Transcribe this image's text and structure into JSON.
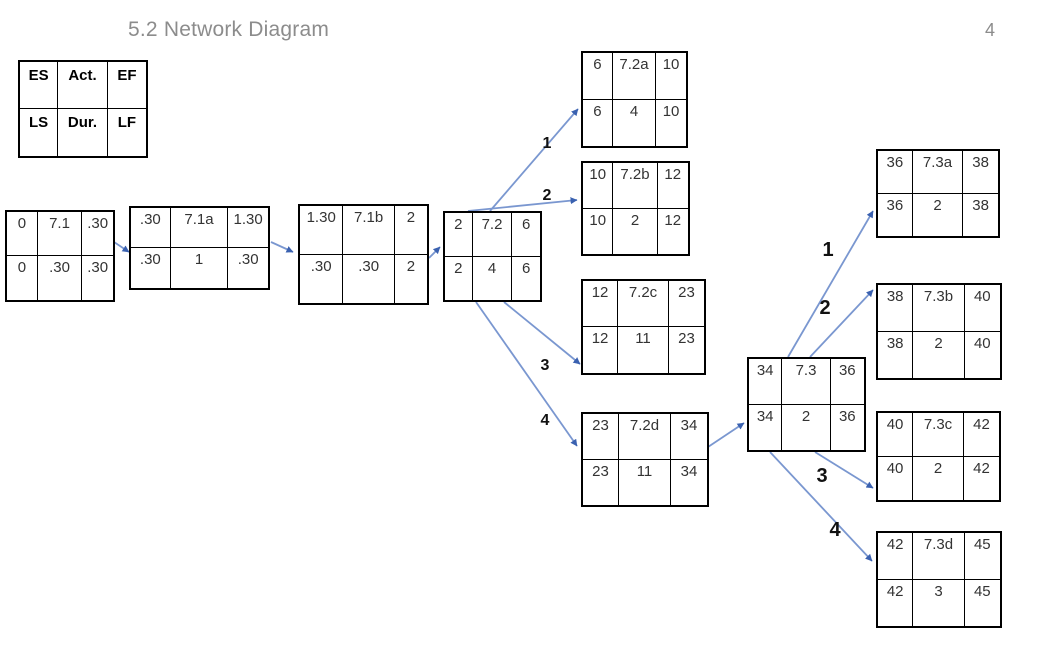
{
  "page": {
    "title": "5.2 Network Diagram",
    "page_number": "4"
  },
  "legend": {
    "cells": [
      "ES",
      "Act.",
      "EF",
      "LS",
      "Dur.",
      "LF"
    ]
  },
  "nodes": [
    {
      "name": "7.1",
      "cells": [
        "0",
        "7.1",
        ".30",
        "0",
        ".30",
        ".30"
      ]
    },
    {
      "name": "7.1a",
      "cells": [
        ".30",
        "7.1a",
        "1.30",
        ".30",
        "1",
        ".30"
      ]
    },
    {
      "name": "7.1b",
      "cells": [
        "1.30",
        "7.1b",
        "2",
        ".30",
        ".30",
        "2"
      ]
    },
    {
      "name": "7.2",
      "cells": [
        "2",
        "7.2",
        "6",
        "2",
        "4",
        "6"
      ]
    },
    {
      "name": "7.2a",
      "cells": [
        "6",
        "7.2a",
        "10",
        "6",
        "4",
        "10"
      ]
    },
    {
      "name": "7.2b",
      "cells": [
        "10",
        "7.2b",
        "12",
        "10",
        "2",
        "12"
      ]
    },
    {
      "name": "7.2c",
      "cells": [
        "12",
        "7.2c",
        "23",
        "12",
        "11",
        "23"
      ]
    },
    {
      "name": "7.2d",
      "cells": [
        "23",
        "7.2d",
        "34",
        "23",
        "11",
        "34"
      ]
    },
    {
      "name": "7.3",
      "cells": [
        "34",
        "7.3",
        "36",
        "34",
        "2",
        "36"
      ]
    },
    {
      "name": "7.3a",
      "cells": [
        "36",
        "7.3a",
        "38",
        "36",
        "2",
        "38"
      ]
    },
    {
      "name": "7.3b",
      "cells": [
        "38",
        "7.3b",
        "40",
        "38",
        "2",
        "40"
      ]
    },
    {
      "name": "7.3c",
      "cells": [
        "40",
        "7.3c",
        "42",
        "40",
        "2",
        "42"
      ]
    },
    {
      "name": "7.3d",
      "cells": [
        "42",
        "7.3d",
        "45",
        "42",
        "3",
        "45"
      ]
    }
  ],
  "edges": [
    {
      "from": "7.1",
      "to": "7.1a",
      "label": ""
    },
    {
      "from": "7.1a",
      "to": "7.1b",
      "label": ""
    },
    {
      "from": "7.1b",
      "to": "7.2",
      "label": ""
    },
    {
      "from": "7.2",
      "to": "7.2a",
      "label": "1"
    },
    {
      "from": "7.2",
      "to": "7.2b",
      "label": "2"
    },
    {
      "from": "7.2",
      "to": "7.2c",
      "label": "3"
    },
    {
      "from": "7.2",
      "to": "7.2d",
      "label": "4"
    },
    {
      "from": "7.2d",
      "to": "7.3",
      "label": ""
    },
    {
      "from": "7.3",
      "to": "7.3a",
      "label": "1"
    },
    {
      "from": "7.3",
      "to": "7.3b",
      "label": "2"
    },
    {
      "from": "7.3",
      "to": "7.3c",
      "label": "3"
    },
    {
      "from": "7.3",
      "to": "7.3d",
      "label": "4"
    }
  ],
  "colors": {
    "arrow_line": "#7a97d0",
    "arrow_head": "#3a61b0",
    "title_text": "#8c8c8c",
    "box_border": "#000000"
  }
}
